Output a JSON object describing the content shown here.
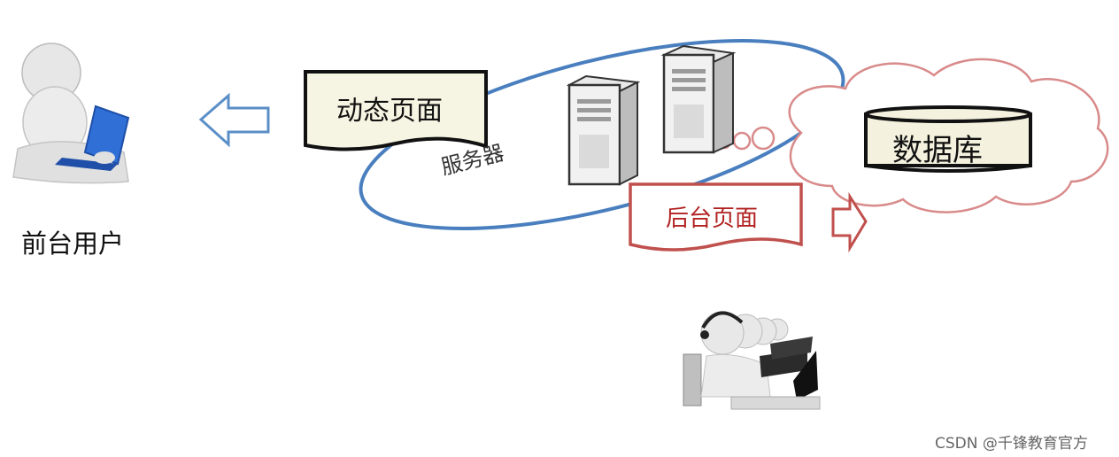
{
  "labels": {
    "front_user": "前台用户",
    "server": "服务器",
    "dynamic_page": "动态页面",
    "database": "数据库",
    "admin_page": "后台页面",
    "watermark": "CSDN @千锋教育官方"
  },
  "colors": {
    "server_ellipse": "#4a7fbf",
    "cloud_outline": "#d98a8a",
    "admin_border": "#c0504d",
    "admin_text": "#b22222",
    "arrow_blue": "#5b8fc7",
    "arrow_red": "#c0504d",
    "note_fill": "#f6f4e2",
    "laptop_blue": "#2f6fd6"
  },
  "icons": {
    "front_user": "person-laptop-icon",
    "servers": "server-tower-icon",
    "database": "database-cylinder-icon",
    "support_staff": "headset-operator-icon"
  }
}
